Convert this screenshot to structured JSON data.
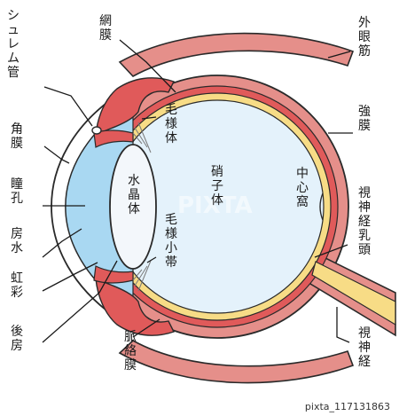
{
  "labels": {
    "schlemm_canal": "シュレム管",
    "retina": "網膜",
    "extraocular_muscle": "外眼筋",
    "ciliary_body": "毛様体",
    "cornea": "角膜",
    "sclera": "強膜",
    "lens": "水晶体",
    "vitreous": "硝子体",
    "fovea": "中心窩",
    "pupil": "瞳孔",
    "aqueous": "房水",
    "optic_disc": "視神経乳頭",
    "zonule": "毛様小帯",
    "iris": "虹彩",
    "posterior_chamber": "後房",
    "choroid": "脈絡膜",
    "optic_nerve": "視神経"
  },
  "watermark": "PIXTA",
  "image_id": "pixta_117131863",
  "colors": {
    "sclera": "#e58f8a",
    "choroid": "#e05a5a",
    "retina": "#f7dc86",
    "vitreous": "#e4f2fb",
    "aqueous": "#a9d8f2",
    "lens": "#f3f7fb",
    "outline": "#2a2a2a"
  }
}
